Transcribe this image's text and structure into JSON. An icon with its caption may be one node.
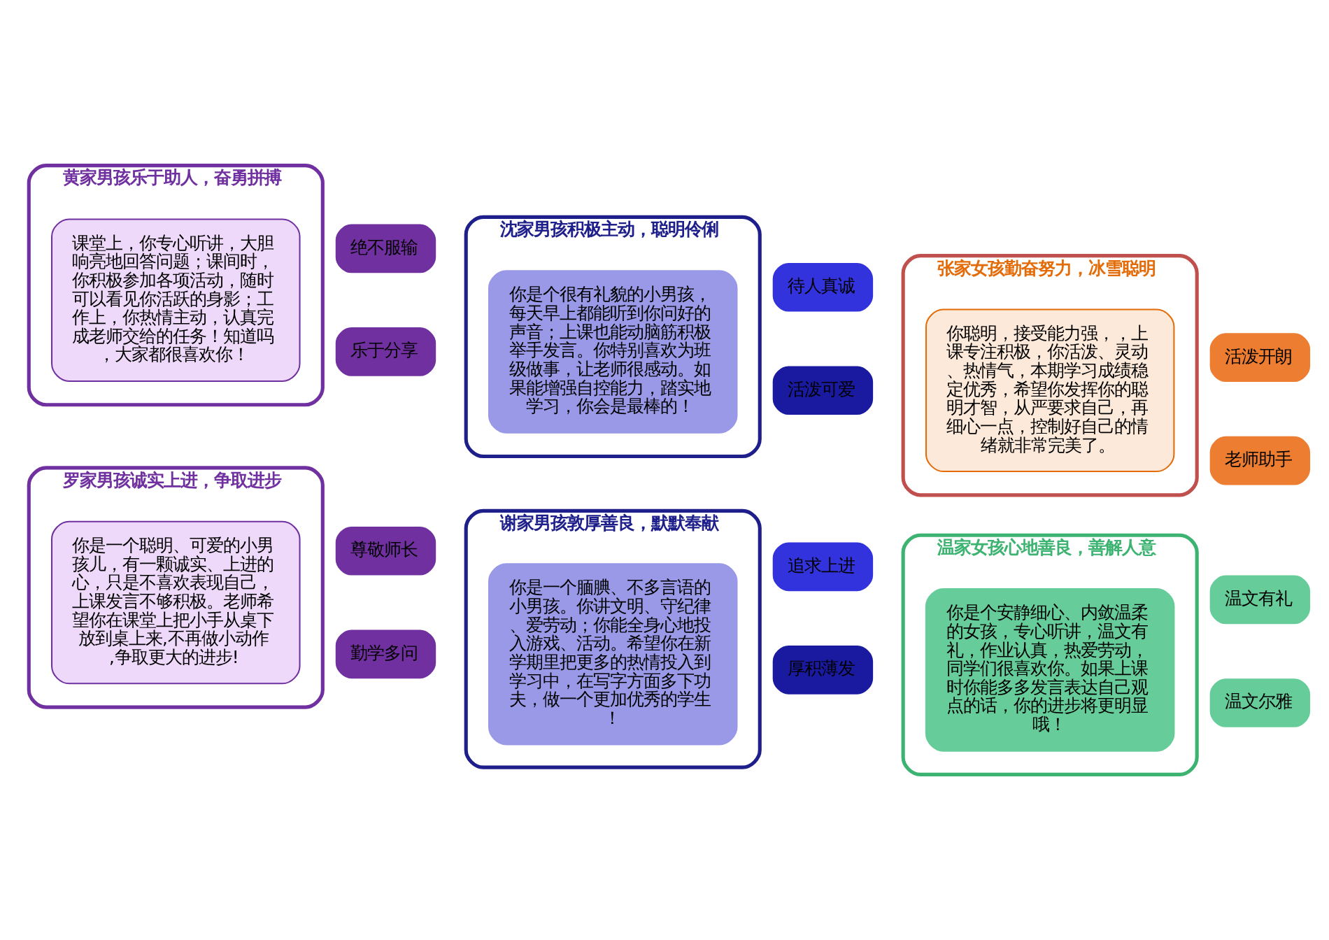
{
  "diagram": {
    "nodes": [
      {
        "text": [
          "黄家男孩乐于助人，奋勇拼搏"
        ]
      },
      {
        "text": [
          "课堂上，你专心听讲，大胆响亮地回答问题；课间时，你积极参加各项活动，随时可以看见你活跃的身影；工作上，你热情主动，认真完成老师交给的任务！知道吗，大家都很喜欢你！"
        ],
        "in": 0
      },
      {
        "text": [
          "绝不服输"
        ]
      },
      {
        "text": [
          "乐于分享"
        ]
      },
      {
        "text": [
          "沈家男孩积极主动，聪明伶俐"
        ]
      },
      {
        "text": [
          "你是个很有礼貌的小男孩，每天早上都能听到你问好的声音；上课也能动脑筋积极举手发言。你特别喜欢为班级做事，让老师很感动。如果能增强自控能力，踏实地学习，你会是最棒的！"
        ],
        "in": 4
      },
      {
        "text": [
          "待人真诚"
        ]
      },
      {
        "text": [
          "活泼可爱"
        ]
      },
      {
        "text": [
          "张家女孩勤奋努力，冰雪聪明"
        ]
      },
      {
        "text": [
          "你聪明，接受能力强，，上课专注积极，你活泼、灵动、热情气，本期学习成绩稳定优秀，希望你发挥你的聪明才智，从严要求自己，再细心一点，控制好自己的情绪就非常完美了。"
        ],
        "in": 8
      },
      {
        "text": [
          "活泼开朗"
        ]
      },
      {
        "text": [
          "老师助手"
        ]
      },
      {
        "text": [
          "罗家男孩诚实上进，争取进步"
        ]
      },
      {
        "text": [
          "你是一个聪明、可爱的小男孩儿，有一颗诚实、上进的心，只是不喜欢表现自己，上课发言不够积极。老师希望你在课堂上把小手从桌下放到桌上来,不再做小动作,争取更大的进步!"
        ],
        "in": 12
      },
      {
        "text": [
          "尊敬师长"
        ]
      },
      {
        "text": [
          "勤学多问"
        ]
      },
      {
        "text": [
          "谢家男孩敦厚善良，默默奉献"
        ]
      },
      {
        "text": [
          "你是一个腼腆、不多言语的小男孩。你讲文明、守纪律、爱劳动；你能全身心地投入游戏、活动。希望你在新学期里把更多的热情投入到学习中，在写字方面多下功夫，做一个更加优秀的学生！"
        ],
        "in": 16
      },
      {
        "text": [
          "追求上进"
        ]
      },
      {
        "text": [
          "厚积薄发"
        ]
      },
      {
        "text": [
          "温家女孩心地善良，善解人意"
        ]
      },
      {
        "text": [
          "你是个安静细心、内敛温柔的女孩，专心听讲，温文有礼，作业认真，热爱劳动，同学们很喜欢你。如果上课时你能多多发言表达自己观点的话，你的进步将更明显哦！"
        ],
        "in": 20
      },
      {
        "text": [
          "温文有礼"
        ]
      },
      {
        "text": [
          "温文尔雅"
        ]
      }
    ],
    "edges": []
  }
}
